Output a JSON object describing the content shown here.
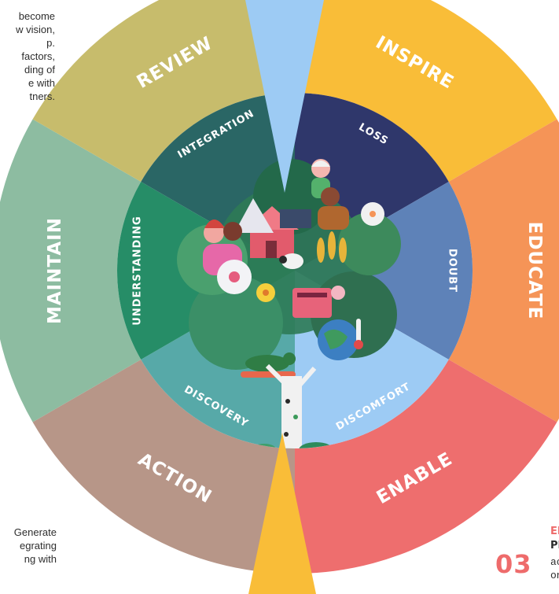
{
  "diagram": {
    "outer_ring": [
      {
        "label": "INSPIRE",
        "color": "#f9bd38"
      },
      {
        "label": "EDUCATE",
        "color": "#f59457"
      },
      {
        "label": "ENABLE",
        "color": "#ee6e6e"
      },
      {
        "label": "ACTION",
        "color": "#b79688"
      },
      {
        "label": "MAINTAIN",
        "color": "#8dbca1"
      },
      {
        "label": "REVIEW",
        "color": "#c7bc6c"
      }
    ],
    "inner_ring": [
      {
        "label": "LOSS",
        "color": "#2f376b"
      },
      {
        "label": "DOUBT",
        "color": "#5e82b8"
      },
      {
        "label": "DISCOMFORT",
        "color": "#9dcbf4"
      },
      {
        "label": "DISCOVERY",
        "color": "#57a9a8"
      },
      {
        "label": "UNDERSTANDING",
        "color": "#268d67"
      },
      {
        "label": "INTEGRATION",
        "color": "#2a6665"
      }
    ],
    "pointer_colors": {
      "top": "#9dcbf4",
      "bottom": "#f9bd38"
    }
  },
  "side_text": {
    "top_left_lines": "become\nw vision,\np.\nfactors,\nding of\ne with\ntners.",
    "bottom_left_lines": "Generate\negrating\nng with"
  },
  "step_card": {
    "number": "03",
    "title": "EI",
    "subtitle": "PL",
    "body_lines": "ac\non"
  }
}
